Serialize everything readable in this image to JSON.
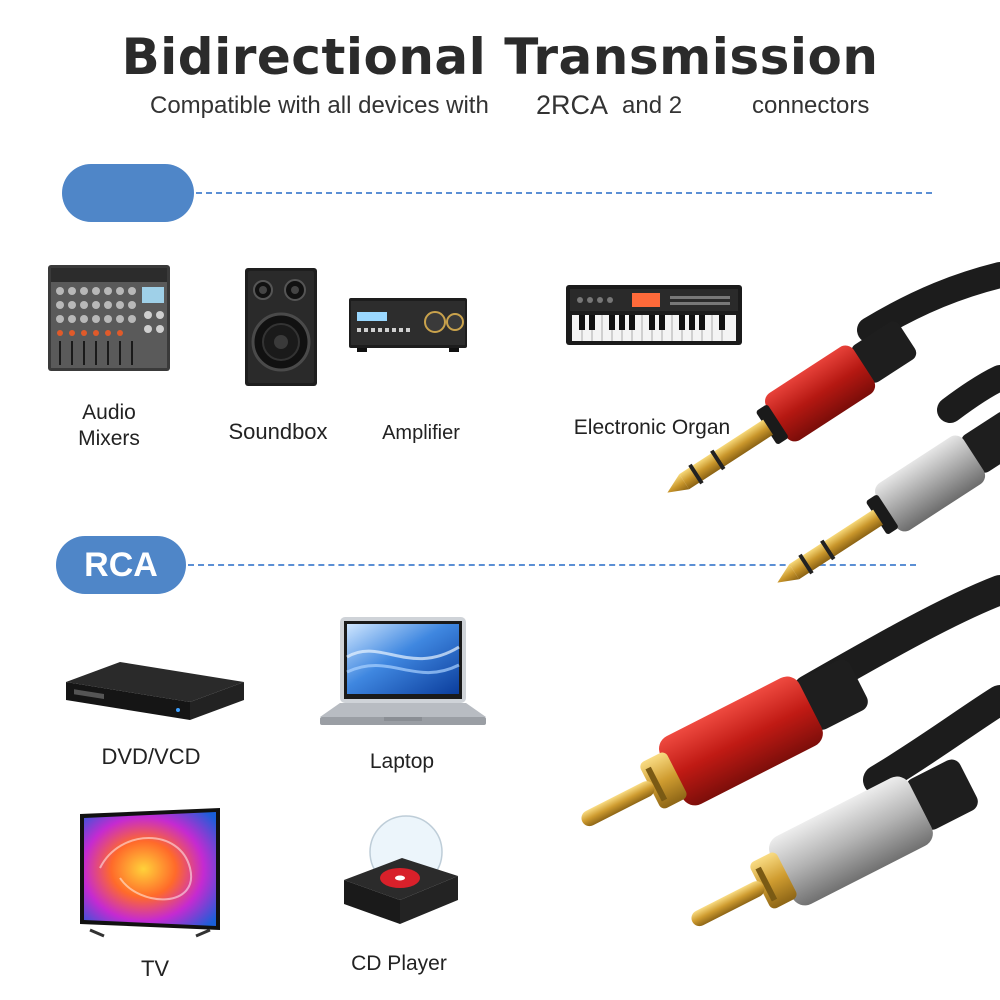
{
  "header": {
    "title": "Bidirectional Transmission",
    "subtitle_prefix": "Compatible with all devices with",
    "subtitle_rca": "2RCA",
    "subtitle_and": "and 2",
    "subtitle_suffix": "connectors"
  },
  "section_top": {
    "pill_label": ""
  },
  "devices_top": [
    {
      "line1": "Audio",
      "line2": "Mixers"
    },
    {
      "label": "Soundbox"
    },
    {
      "label": "Amplifier"
    },
    {
      "label": "Electronic Organ"
    }
  ],
  "section_rca": {
    "pill_label": "RCA"
  },
  "devices_rca": [
    {
      "label": "DVD/VCD"
    },
    {
      "label": "Laptop"
    },
    {
      "label": "TV"
    },
    {
      "label": "CD Player"
    }
  ],
  "colors": {
    "pill": "#4f86c8",
    "dash": "#5b8fd4",
    "plug_red": "#c8211c",
    "plug_silver": "#b9b9b9",
    "gold": "#d9a93a",
    "cable": "#1c1c1c"
  },
  "icons": [
    "audio-mixer-icon",
    "soundbox-icon",
    "amplifier-icon",
    "keyboard-icon",
    "dvd-player-icon",
    "laptop-icon",
    "tv-icon",
    "cd-player-icon",
    "jack-cable-icon",
    "rca-cable-icon"
  ]
}
